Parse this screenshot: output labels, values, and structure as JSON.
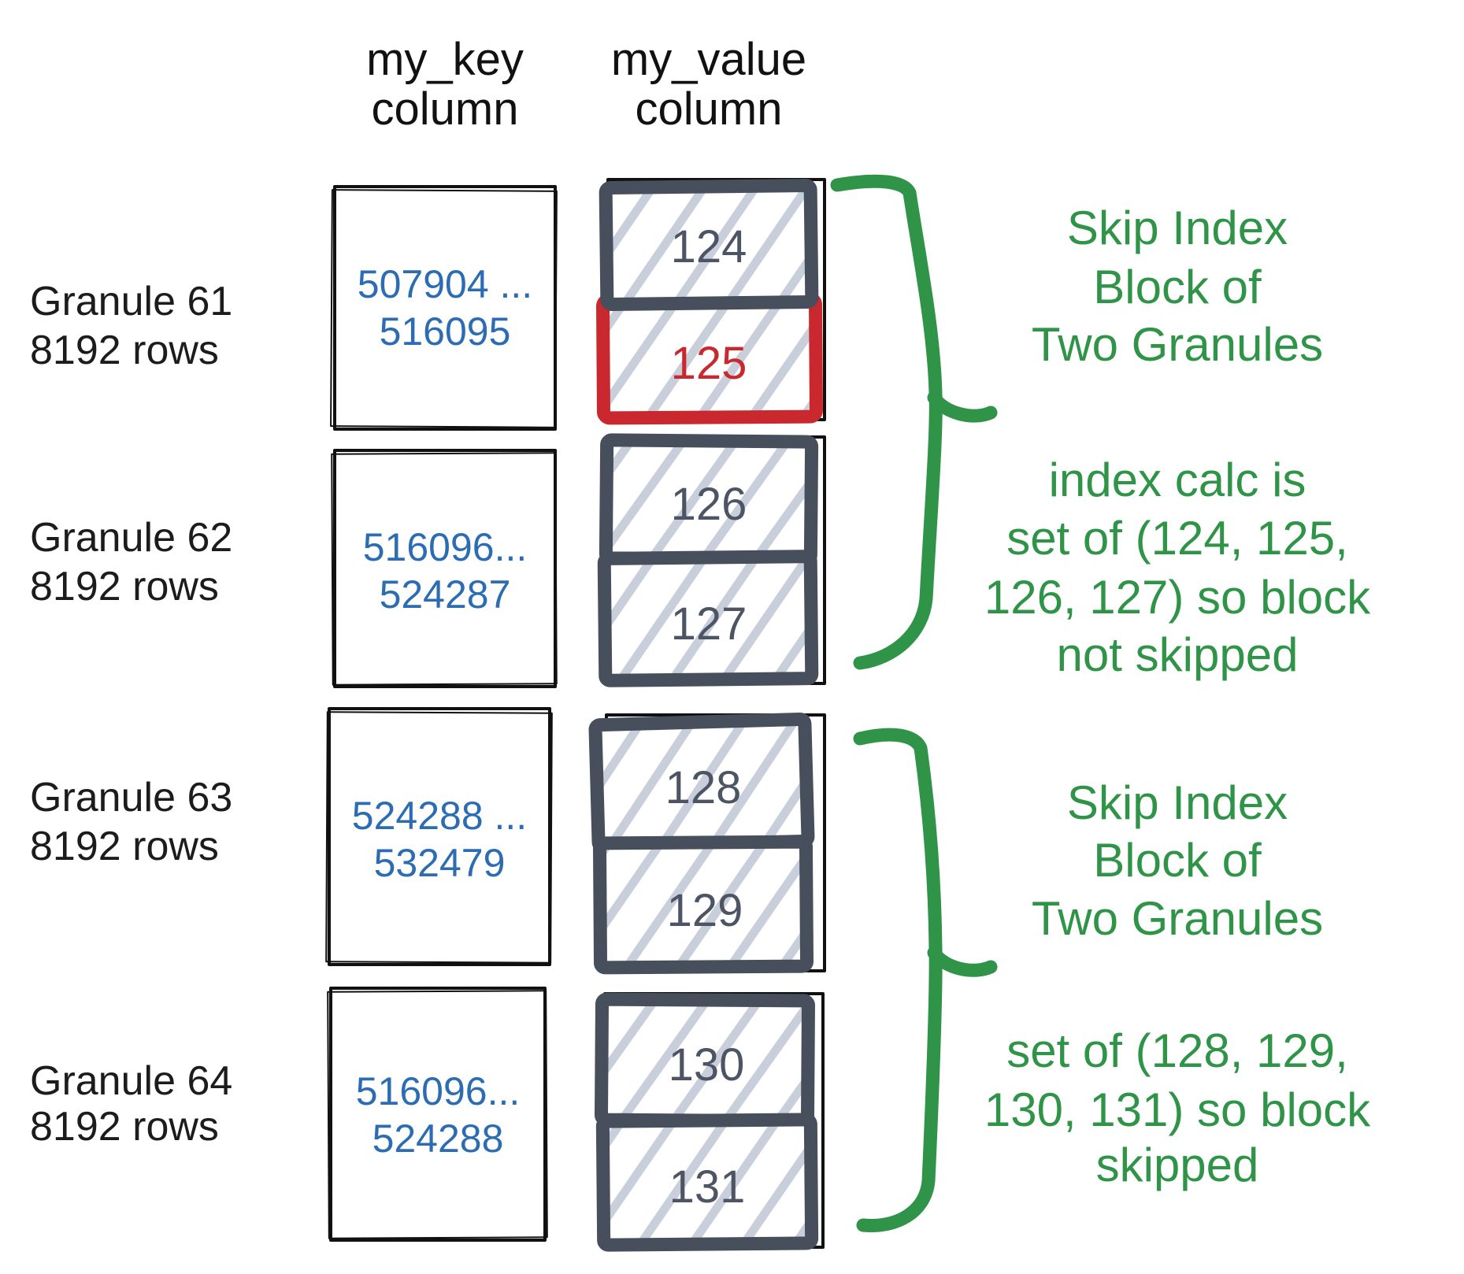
{
  "columns": {
    "key_header": [
      "my_key",
      "column"
    ],
    "value_header": [
      "my_value",
      "column"
    ]
  },
  "granules": [
    {
      "name": "Granule 61",
      "rows": "8192 rows",
      "key_min": "507904 ...",
      "key_max": "516095",
      "blocks": [
        "124",
        "125"
      ]
    },
    {
      "name": "Granule 62",
      "rows": "8192 rows",
      "key_min": "516096...",
      "key_max": "524287",
      "blocks": [
        "126",
        "127"
      ]
    },
    {
      "name": "Granule 63",
      "rows": "8192 rows",
      "key_min": "524288 ...",
      "key_max": "532479",
      "blocks": [
        "128",
        "129"
      ]
    },
    {
      "name": "Granule 64",
      "rows": "8192 rows",
      "key_min": "516096...",
      "key_max": "524288",
      "blocks": [
        "130",
        "131"
      ]
    }
  ],
  "annotations": {
    "top_brace_title": [
      "Skip Index",
      "Block of",
      "Two Granules"
    ],
    "top_brace_note": [
      "index calc is",
      "set of (124, 125,",
      "126, 127) so block",
      "not skipped"
    ],
    "bottom_brace_title": [
      "Skip Index",
      "Block of",
      "Two Granules"
    ],
    "bottom_brace_note": [
      "set of (128, 129,",
      "130, 131) so block",
      "skipped"
    ]
  },
  "highlighted_block": "125",
  "colors": {
    "key_text_blue": "#2b6cb3",
    "block_border_slate": "#474f5d",
    "block_number_slate": "#4d5565",
    "highlight_red": "#c9282e",
    "annotation_green": "#2f9447",
    "hatch_gray": "#c9cfda",
    "sketch_black": "#111111"
  }
}
